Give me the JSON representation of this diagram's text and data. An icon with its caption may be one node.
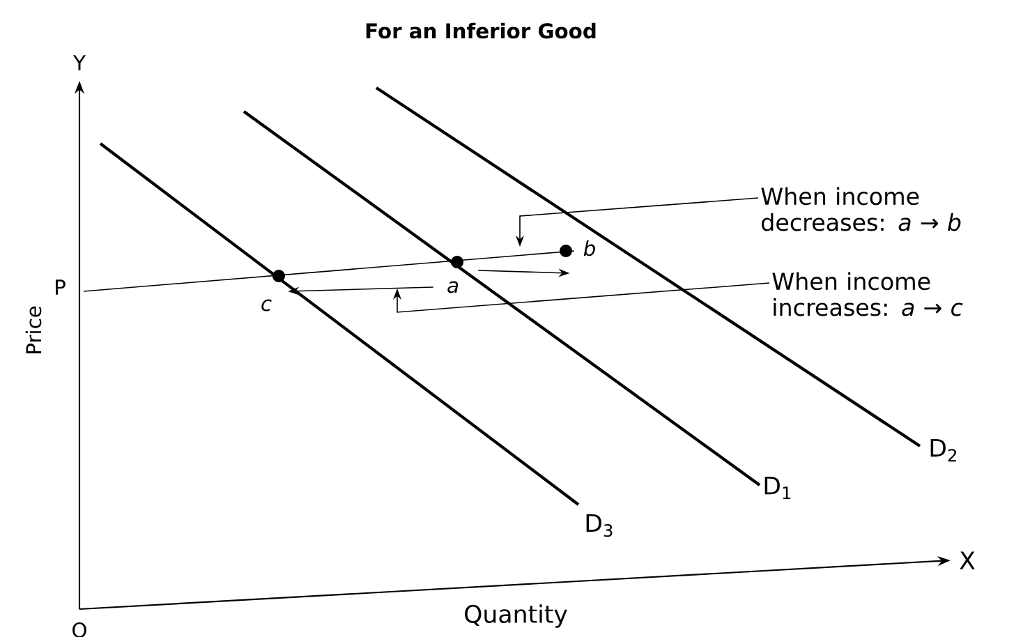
{
  "diagram": {
    "title": "For an Inferior Good",
    "nodes": [
      {
        "text": [
          "*c*"
        ]
      },
      {
        "text": [
          "*a*"
        ]
      },
      {
        "text": [
          "*b*"
        ]
      },
      {
        "text": [
          "When income decreases: *a* → *b*"
        ]
      },
      {
        "text": [
          "When income increases: *a* → *c*"
        ]
      }
    ],
    "edges": [
      {
        "from": 1,
        "to": 2,
        "arrow": "to"
      },
      {
        "from": 1,
        "to": 0,
        "arrow": "to"
      },
      {
        "from": 3,
        "to": null,
        "arrow": "to"
      },
      {
        "from": 4,
        "to": null,
        "arrow": "to"
      }
    ],
    "labels": [
      "Y",
      "P",
      "Price",
      "O",
      "Quantity",
      "X",
      "D$_{3}$",
      "D$_{1}$",
      "D$_{2}$"
    ]
  }
}
